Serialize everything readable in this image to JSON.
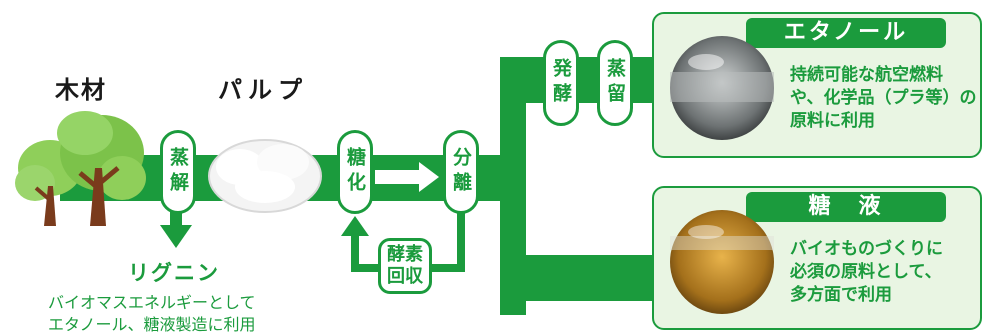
{
  "labels": {
    "wood": "木材",
    "pulp": "パルプ",
    "lignin": "リグニン",
    "lignin_desc_line1": "バイオマスエネルギーとして",
    "lignin_desc_line2": "エタノール、糖液製造に利用"
  },
  "steps": {
    "steam_explosion": "蒸解",
    "saccharification": "糖化",
    "separation": "分離",
    "enzyme_recovery_line1": "酵素",
    "enzyme_recovery_line2": "回収",
    "fermentation": "発酵",
    "distillation": "蒸留"
  },
  "outputs": [
    {
      "title": "エタノール",
      "desc_line1": "持続可能な航空燃料",
      "desc_line2": "や、化学品（プラ等）の",
      "desc_line3": "原料に利用"
    },
    {
      "title": "糖　液",
      "desc_line1": "バイオものづくりに",
      "desc_line2": "必須の原料として、",
      "desc_line3": "多方面で利用"
    }
  ],
  "colors": {
    "accent": "#1b9b3d",
    "panel_bg": "#e9f5e3",
    "tree_green": "#7cc24a",
    "trunk": "#7a3b1c"
  }
}
